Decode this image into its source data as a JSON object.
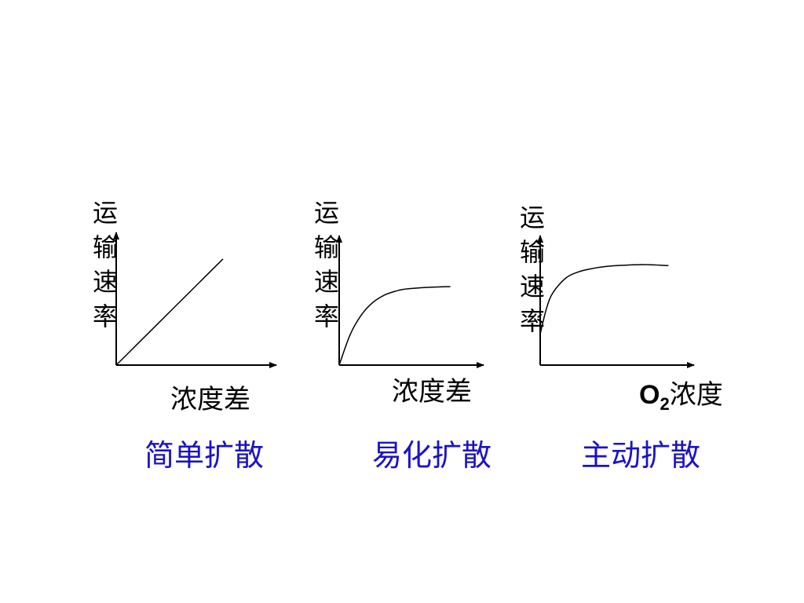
{
  "colors": {
    "axis": "#000000",
    "caption": "#1a12c8"
  },
  "chart_data": [
    {
      "type": "line",
      "shape": "linear",
      "ylabel": "运输速率",
      "xlabel": "浓度差",
      "caption": "简单扩散",
      "x": [
        0,
        0.2,
        0.4,
        0.6,
        0.8,
        1.0
      ],
      "y": [
        0,
        0.2,
        0.4,
        0.6,
        0.8,
        1.0
      ],
      "xlim": [
        0,
        1.5
      ],
      "ylim": [
        0,
        1.25
      ]
    },
    {
      "type": "line",
      "shape": "saturating",
      "ylabel": "运输速率",
      "xlabel": "浓度差",
      "caption": "易化扩散",
      "x": [
        0,
        0.1,
        0.2,
        0.3,
        0.4,
        0.5,
        0.6,
        0.8,
        1.0
      ],
      "y": [
        0,
        0.38,
        0.62,
        0.77,
        0.86,
        0.91,
        0.94,
        0.96,
        0.97
      ],
      "xlim": [
        0,
        1.3
      ],
      "ylim": [
        0,
        1.6
      ]
    },
    {
      "type": "line",
      "shape": "saturating",
      "ylabel": "运输速率",
      "xlabel_main": "O",
      "xlabel_sub": "2",
      "xlabel_rest": "浓度",
      "caption": "主动扩散",
      "x": [
        0,
        0.05,
        0.1,
        0.2,
        0.3,
        0.4,
        0.5,
        0.6,
        0.8,
        1.0
      ],
      "y": [
        0.3,
        0.55,
        0.7,
        0.84,
        0.9,
        0.93,
        0.95,
        0.96,
        0.97,
        0.96
      ],
      "xlim": [
        0,
        1.2
      ],
      "ylim": [
        0,
        1.25
      ]
    }
  ]
}
